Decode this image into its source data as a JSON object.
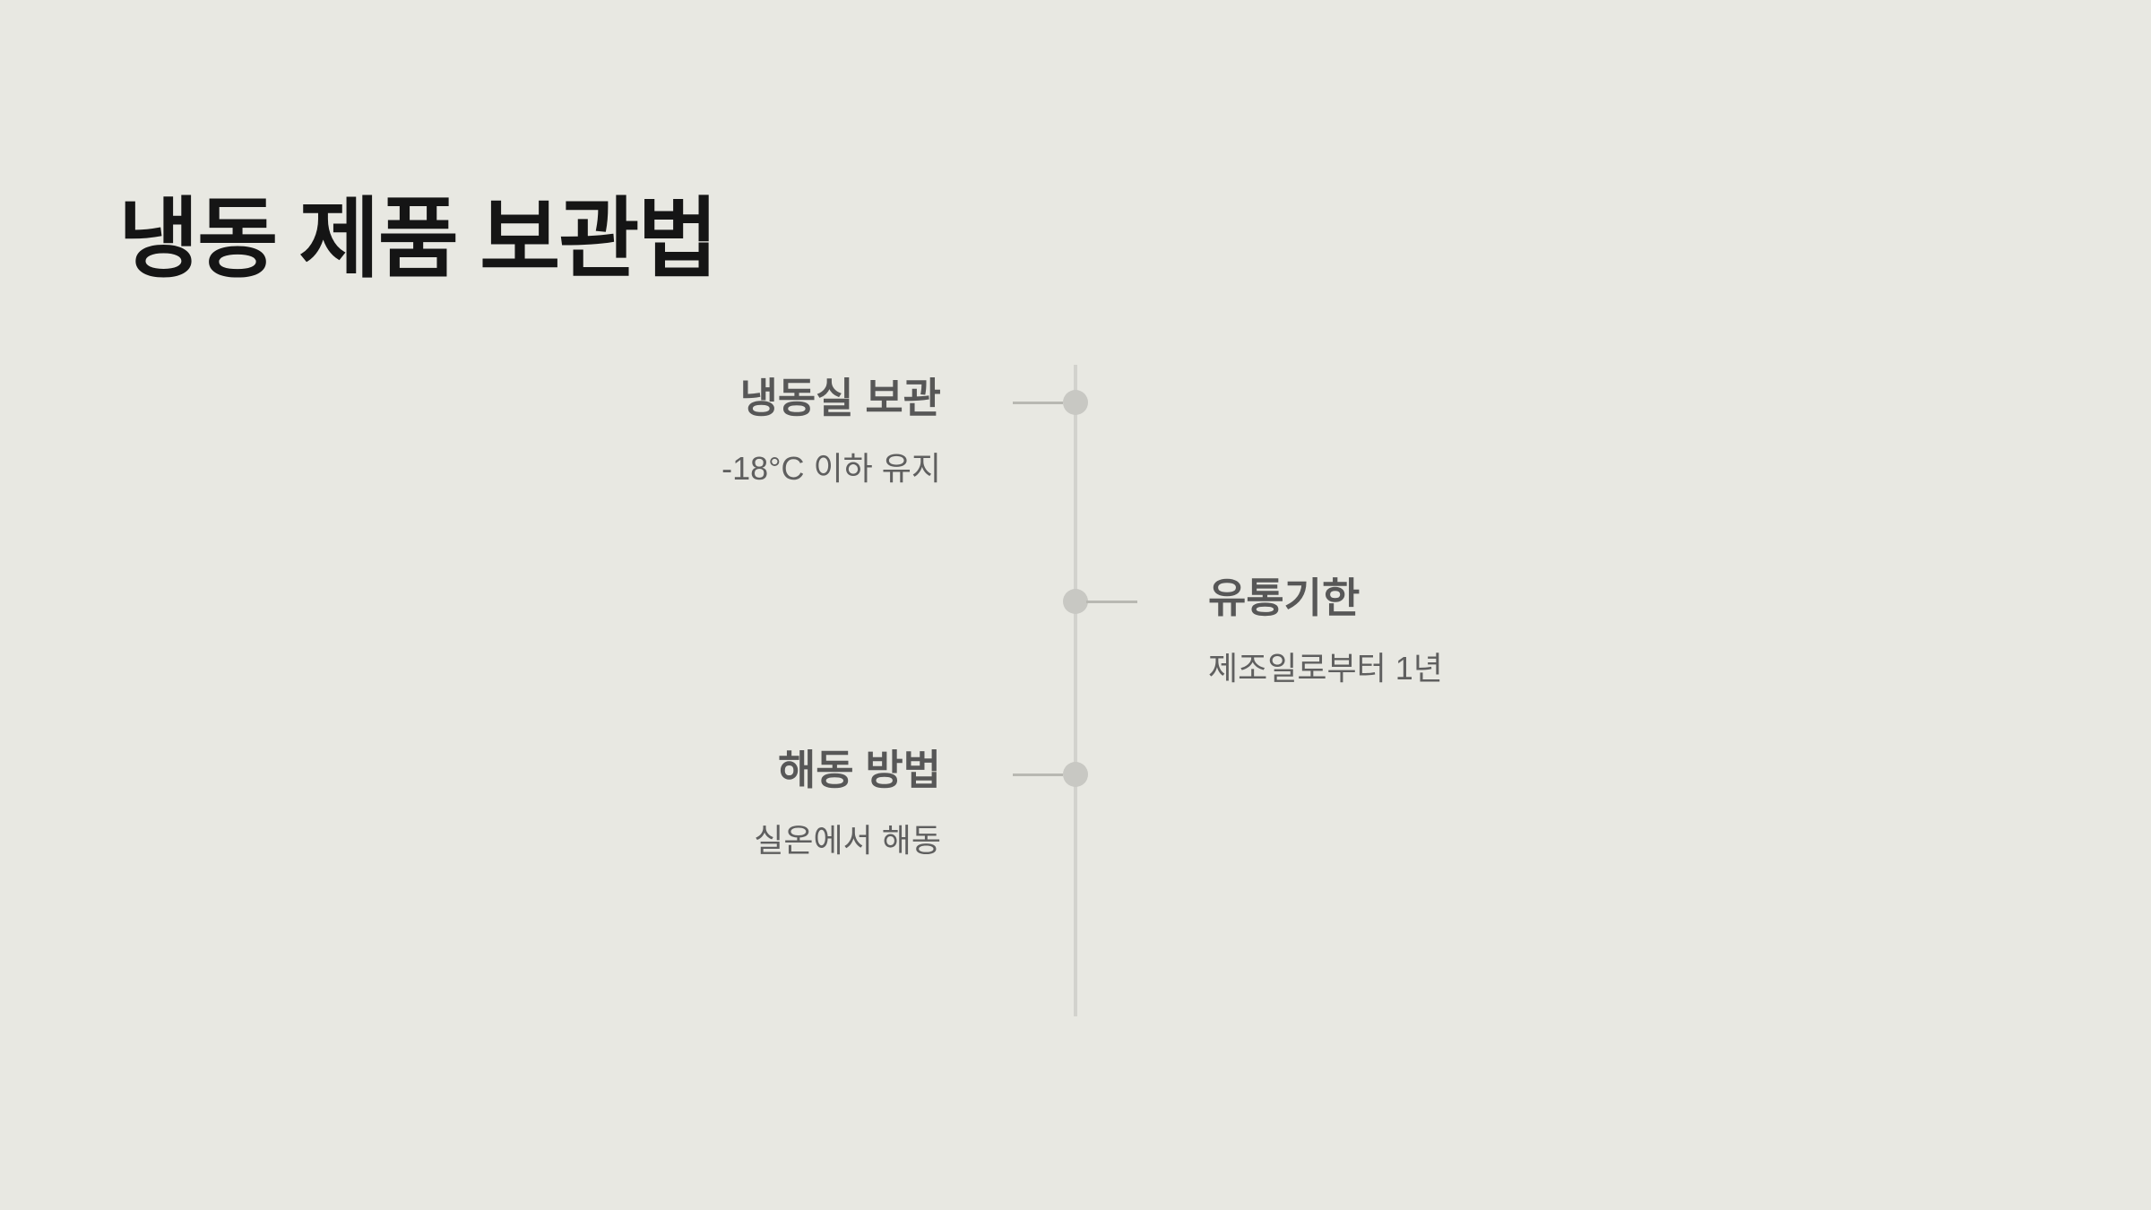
{
  "slide": {
    "title": "냉동 제품 보관법"
  },
  "timeline": {
    "items": [
      {
        "title": "냉동실 보관",
        "description": "-18°C 이하 유지",
        "side": "left"
      },
      {
        "title": "유통기한",
        "description": "제조일로부터 1년",
        "side": "right"
      },
      {
        "title": "해동 방법",
        "description": "실온에서 해동",
        "side": "left"
      }
    ]
  },
  "colors": {
    "background": "#e8e8e2",
    "title": "#151515",
    "item_title": "#575757",
    "item_description": "#5f5f5f",
    "axis": "#d2d2cd",
    "dot": "#c8c8c3"
  }
}
